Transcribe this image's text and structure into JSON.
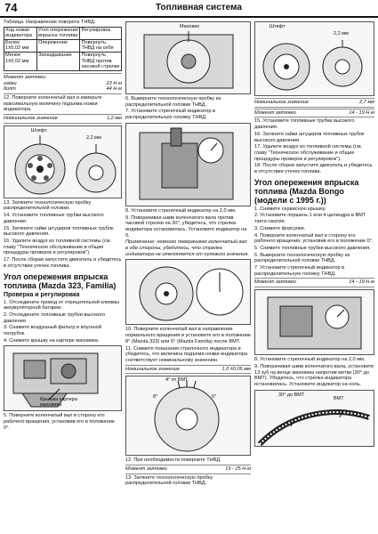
{
  "header": {
    "page_number": "74",
    "title": "Топливная система"
  },
  "col1": {
    "table_caption": "Таблица. Направление поворота ТНВД.",
    "table_head": [
      "Ход ножки индикатора",
      "Угол опережения впрыска топлива",
      "Регулировка"
    ],
    "table_rows": [
      [
        "Более 1±0,02 мм",
        "Опережение",
        "Повернуть ТНВД на себя"
      ],
      [
        "Менее 1±0,02 мм",
        "Запаздывание",
        "Повернуть ТНВД против часовой стрелки"
      ]
    ],
    "torque_title": "Момент затяжки:",
    "torque_rows": [
      {
        "label": "гайки",
        "value": "23 Н·м"
      },
      {
        "label": "болт",
        "value": "44 Н·м"
      }
    ],
    "p12": "12. Поверните коленчатый вал и измерьте максимальную величину подъема ножки индикатора.",
    "nominal_label": "Номинальное значение",
    "nominal_value": "1,2 мм",
    "fig_label_shtift": "Штифт",
    "fig_label_dim": "2,2 мм",
    "p13": "13. Затяните технологическую пробку распределительной головки.",
    "p14": "14. Установите топливные трубки высокого давления.",
    "p15": "15. Затяните гайки штуцеров топливных трубок высокого давления.",
    "p16": "16. Удалите воздух из топливной системы (см. главу \"Техническое обслуживание и общие процедуры проверок и регулировок\").",
    "p17": "17. После сборки запустите двигатель и убедитесь в отсутствии утечек топлива.",
    "section_title": "Угол опережения впрыска топлива (Mazda 323, Familia)",
    "sub_title": "Проверка и регулировка",
    "s1": "1. Отсоедините провод от отрицательной клеммы аккумуляторной батареи.",
    "s2": "2. Отсоедините топливные трубки высокого давления.",
    "s3": "3. Снимите воздушный фильтр и впускной патрубок.",
    "s4": "4. Снимите крышку на картере маховика.",
    "fig_label_hatch": "Крышка картера маховика",
    "s5": "5. Поверните коленчатый вал в сторону его рабочего вращения, установив его в положение 0°."
  },
  "col2": {
    "fig_label_maxovik": "Маховик",
    "p6": "6. Выверните технологическую пробку из распределительной головки ТНВД.",
    "p7": "7. Установите стрелочный индикатор в распределительную головку ТНВД.",
    "p8": "8. Установите стрелочный индикатор на 2,0 мм.",
    "p9": "9. Поворачивая шкив коленчатого вала против часовой стрелки на 30°, убедитесь, что стрелка индикатора остановилась. Установите индикатор на 0.",
    "note": "Примечание: немного поверачивая коленчатый вал в обе стороны, убедитесь, что стрелка индикатора не отклоняется от нулевого значения.",
    "p10": "10. Поверните коленчатый вал в направлении нормального вращения и установите его в положение 8° (Mazda 323) или 6° (Mazda Familia) после ВМТ.",
    "p11": "11. Снимите показания стрелочного индикатора и убедитесь, что величина подъема ножки индикатора соответствует номинальному значению.",
    "nominal_label": "Номинальное значение",
    "nominal_value": "1,0 ±0,05 мм",
    "fig_label_vmt": "4° от ВМТ",
    "fig_label_8": "8°",
    "fig_label_6": "6°",
    "p12": "12. При необходимости поверните ТНВД.",
    "torque_label": "Момент затяжки",
    "torque_value": "19 - 25 Н·м",
    "p13": "13. Затяните технологическую пробку распределительной головки ТНВД."
  },
  "col3": {
    "fig_label_shtift": "Штифт",
    "fig_label_dim": "2,2 мм",
    "nominal_label": "Номинальное значение",
    "nominal_value": "2,7 мм",
    "torque_label": "Момент затяжки",
    "torque_value": "14 - 19 Н·м",
    "p15": "15. Установите топливные трубки высокого давления.",
    "p16": "16. Затяните гайки штуцеров топливных трубок высокого давления.",
    "p17": "17. Удалите воздух из топливной системы (см. главу \"Техническое обслуживание и общие процедуры проверок и регулировок\").",
    "p18": "18. После сборки запустите двигатель и убедитесь в отсутствии утечек топлива.",
    "section_title": "Угол опережения впрыска топлива (Mazda Bongo (модели с 1995 г.))",
    "s1": "1. Снимите сервисную крышку.",
    "s2": "2. Установите поршень 1 или 4 цилиндра в ВМТ такта сжатия.",
    "s3": "3. Снимите форсунки.",
    "s4": "4. Поверните коленчатый вал в сторону его рабочего вращения, установив его в положение 0°.",
    "s5": "5. Снимите топливные трубки высокого давления.",
    "s6": "6. Выверните технологическую пробку из распределительной головки ТНВД.",
    "s7": "7. Установите стрелочный индикатор в распределительную головку ТНВД.",
    "torque2_value": "14 - 19 Н·м",
    "s8": "8. Установите стрелочный индикатор на 2,0 мм.",
    "s9": "9. Поворачивая шкив коленчатого вала, установите 13 зуб на венце маховика напротив метки (30° до ВМТ). Убедитесь, что стрелка индикатора остановилась. Установите индикатор на ноль.",
    "fig_label_30": "30° до ВМТ",
    "fig_label_vmt": "ВМТ"
  }
}
